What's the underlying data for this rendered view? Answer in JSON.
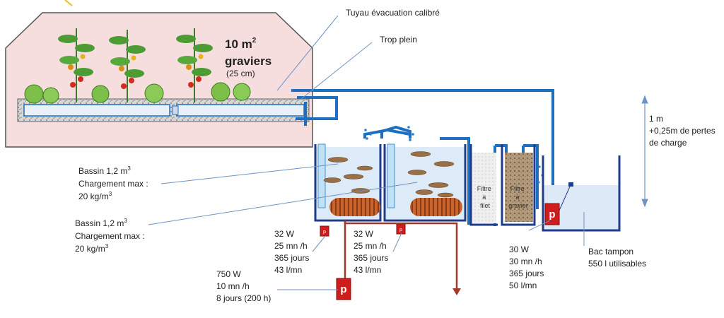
{
  "greenhouse": {
    "area_line1": "10 m",
    "area_sup": "2",
    "area_line2": "graviers",
    "depth": "(25 cm)"
  },
  "pipes": {
    "outlet_label": "Tuyau évacuation calibré",
    "overflow_label": "Trop plein"
  },
  "height": {
    "line1": "1 m",
    "line2": "+0,25m de pertes",
    "line3": "de charge"
  },
  "basin_1": {
    "line1": "Bassin 1,2 m",
    "line1_sup": "3",
    "line2": "Chargement max :",
    "line3": "20 kg/m",
    "line3_sup": "3"
  },
  "basin_2": {
    "line1": "Bassin 1,2 m",
    "line1_sup": "3",
    "line2": "Chargement max :",
    "line3": "20 kg/m",
    "line3_sup": "3"
  },
  "filters": {
    "net_filter": [
      "Filtre",
      "à",
      "filet"
    ],
    "gravel_filter": [
      "Filtre",
      "à",
      "gravier"
    ]
  },
  "pump_letter": "p",
  "pump_1": [
    "32 W",
    "25 mn /h",
    "365 jours",
    "43 l/mn"
  ],
  "pump_2": [
    "32 W",
    "25 mn /h",
    "365 jours",
    "43 l/mn"
  ],
  "pump_3": [
    "30 W",
    "30 mn /h",
    "365 jours",
    "50 l/mn"
  ],
  "pump_main": [
    "750 W",
    "10 mn /h",
    "8 jours (200 h)"
  ],
  "buffer_tank": {
    "line1": "Bac tampon",
    "line2": "550 l utilisables"
  },
  "colors": {
    "pipe_blue": "#1f6fbf",
    "tank_navy": "#1f3c88",
    "greenhouse_fill": "#f6dede",
    "pump_red": "#d11c1c",
    "drain_brown": "#a0392c"
  }
}
